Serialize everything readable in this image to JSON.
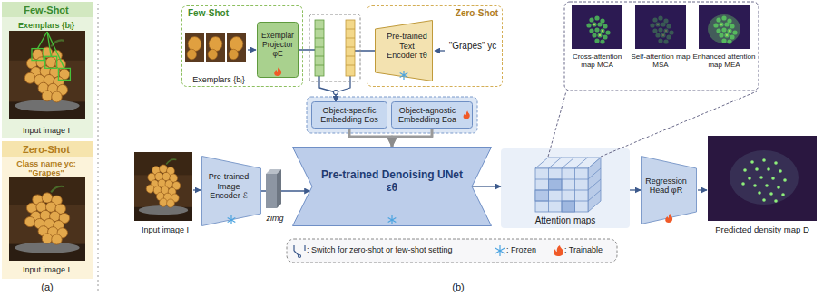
{
  "diagram": {
    "nodes": [
      {
        "text": [
          "Few-Shot",
          "Exemplars {bᵢ}",
          "Input image I"
        ]
      },
      {
        "text": [
          "Zero-Shot",
          "Class name yc: \"Grapes\"",
          "Input image I"
        ]
      },
      {
        "text": [
          "Few-Shot",
          "Exemplars {bᵢ}"
        ]
      },
      {
        "text": [
          "Exemplar Projector φE"
        ],
        "in": 2
      },
      {
        "text": [
          "Zero-Shot",
          "\"Grapes\" yc"
        ]
      },
      {
        "text": [
          "Pre-trained Text Encoder τθ"
        ],
        "in": 4
      },
      {
        "text": [
          "Object-specific Embedding Eos"
        ]
      },
      {
        "text": [
          "Object-agnostic Embedding Eoa"
        ]
      },
      {
        "text": [
          "Pre-trained Image Encoder ℰ"
        ]
      },
      {
        "text": [
          "Pre-trained Denoising UNet εθ"
        ]
      },
      {
        "text": [
          "Attention maps"
        ]
      },
      {
        "text": [
          "Regression Head φR"
        ]
      }
    ],
    "edges": [
      {
        "from": 3,
        "to": 6,
        "arrow": "to"
      },
      {
        "from": 5,
        "to": 6,
        "arrow": "to"
      },
      {
        "from": 6,
        "to": 9,
        "arrow": "to"
      },
      {
        "from": 7,
        "to": 9,
        "arrow": "to"
      },
      {
        "from": 8,
        "to": 9,
        "arrow": "to"
      },
      {
        "from": 9,
        "to": 10,
        "arrow": "to"
      },
      {
        "from": 10,
        "to": 11,
        "arrow": "to"
      }
    ],
    "labels": [
      "Input image I",
      "zimg",
      "Cross-attention map MCA",
      "Self-attention map MSA",
      "Enhanced attention map MEA",
      "Predicted density map D",
      "(a)",
      "(b)"
    ],
    "legend": [
      {
        "text": ": Switch for zero-shot or few-shot setting"
      },
      {
        "text": ": Frozen"
      },
      {
        "text": ": Trainable"
      }
    ]
  }
}
